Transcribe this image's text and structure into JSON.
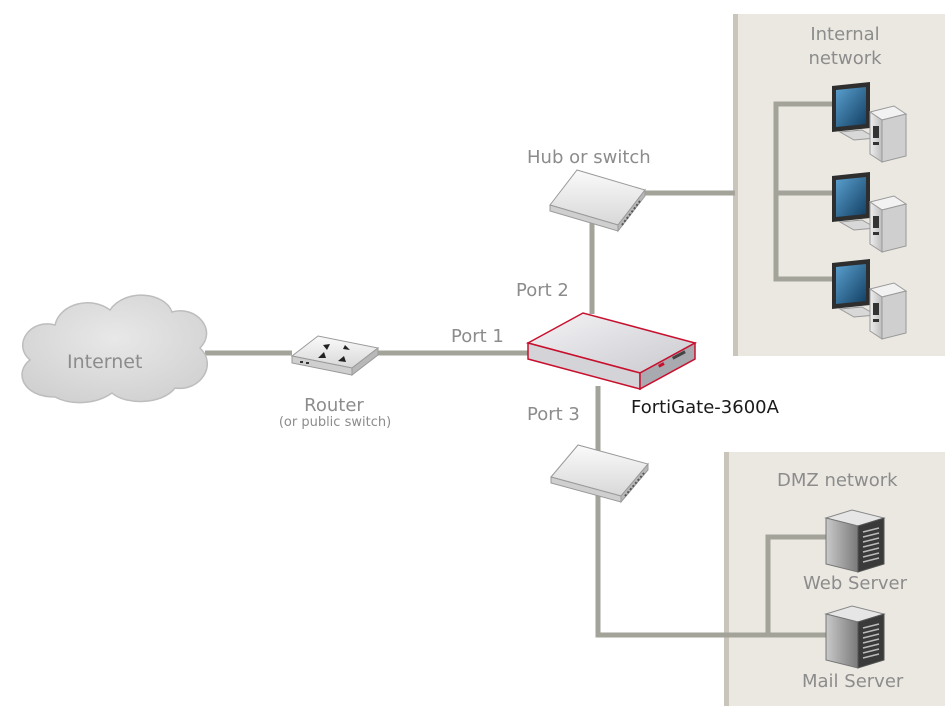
{
  "labels": {
    "internet": "Internet",
    "router": "Router",
    "router_sub": "(or public switch)",
    "port1": "Port 1",
    "port2": "Port 2",
    "port3": "Port 3",
    "hub_switch": "Hub or switch",
    "fortigate": "FortiGate-3600A",
    "internal_network_line1": "Internal",
    "internal_network_line2": "network",
    "dmz_network": "DMZ network",
    "web_server": "Web Server",
    "mail_server": "Mail Server"
  },
  "colors": {
    "line": "#a3a39a",
    "zone_fill": "#ebe8e2",
    "zone_border": "#c9c5bb",
    "cloud": "#dcdcdc",
    "fortigate_accent": "#c8102e",
    "monitor_screen": "#1f5f8b"
  },
  "icons": {
    "cloud": "cloud-icon",
    "router": "router-icon",
    "switch": "switch-icon",
    "firewall": "firewall-appliance-icon",
    "workstation": "desktop-computer-icon",
    "server": "server-icon"
  }
}
